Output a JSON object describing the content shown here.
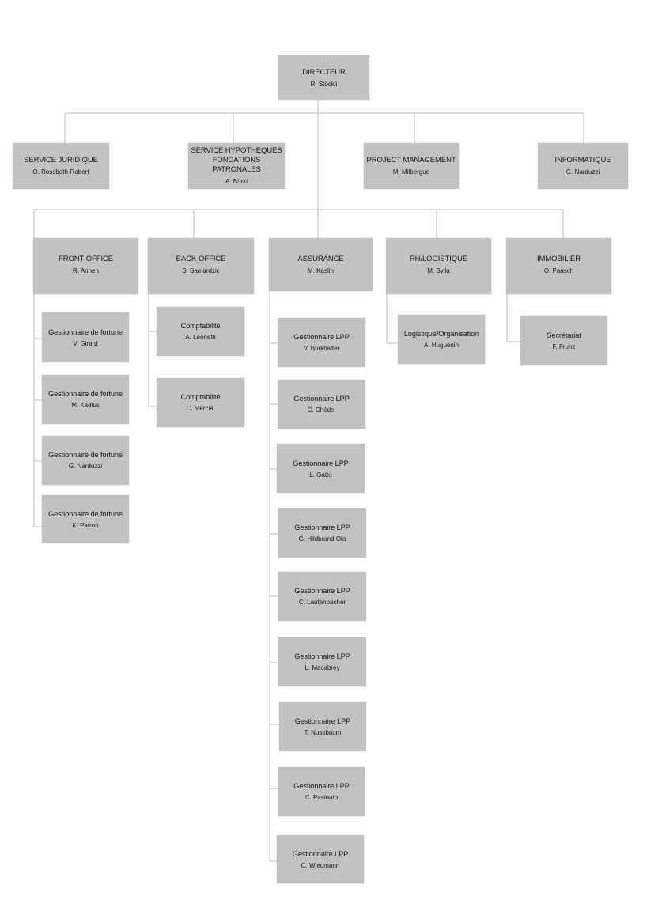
{
  "nodes": {
    "directeur": {
      "title": "DIRECTEUR",
      "name": "R. Stöckli"
    },
    "service_juridique": {
      "title": "SERVICE JURIDIQUE",
      "name": "O. Rossboth-Robert"
    },
    "service_hypotheques": {
      "title": "SERVICE HYPOTHEQUES\nFONDATIONS PATRONALES",
      "name": "A. Bürki"
    },
    "project_management": {
      "title": "PROJECT MANAGEMENT",
      "name": "M. Milbergue"
    },
    "informatique": {
      "title": "INFORMATIQUE",
      "name": "G. Narduzzi"
    },
    "front_office": {
      "title": "FRONT-OFFICE",
      "name": "R. Annen"
    },
    "back_office": {
      "title": "BACK-OFFICE",
      "name": "S. Samardzic"
    },
    "assurance": {
      "title": "ASSURANCE",
      "name": "M. Käslin"
    },
    "rh_logistique": {
      "title": "RH/LOGISTIQUE",
      "name": "M. Sylla"
    },
    "immobilier": {
      "title": "IMMOBILIER",
      "name": "O. Paasch"
    }
  },
  "front_office_staff": [
    {
      "title": "Gestionnaire de fortune",
      "name": "V. Girard"
    },
    {
      "title": "Gestionnaire de fortune",
      "name": "M. Kadlus"
    },
    {
      "title": "Gestionnaire de fortune",
      "name": "G. Narduzzi"
    },
    {
      "title": "Gestionnaire de fortune",
      "name": "K. Patron"
    }
  ],
  "back_office_staff": [
    {
      "title": "Comptabilité",
      "name": "A. Leonetti"
    },
    {
      "title": "Comptabilité",
      "name": "C. Merciai"
    }
  ],
  "assurance_staff": [
    {
      "title": "Gestionnaire LPP",
      "name": "V. Burkhalter"
    },
    {
      "title": "Gestionnaire LPP",
      "name": "C. Chédel"
    },
    {
      "title": "Gestionnaire LPP",
      "name": "L. Gatto"
    },
    {
      "title": "Gestionnaire LPP",
      "name": "G. Hildbrand Ola"
    },
    {
      "title": "Gestionnaire LPP",
      "name": "C. Lautenbacher"
    },
    {
      "title": "Gestionnaire LPP",
      "name": "L. Macabrey"
    },
    {
      "title": "Gestionnaire LPP",
      "name": "T. Nussbaum"
    },
    {
      "title": "Gestionnaire LPP",
      "name": "C. Pasinato"
    },
    {
      "title": "Gestionnaire LPP",
      "name": "C. Wiedmann"
    }
  ],
  "rh_staff": [
    {
      "title": "Logistique/Organisation",
      "name": "A. Huguenin"
    }
  ],
  "immobilier_staff": [
    {
      "title": "Secrétariat",
      "name": "F. Frunz"
    }
  ],
  "colors": {
    "box": "#c2c2c2",
    "line": "#bdbdbd"
  }
}
